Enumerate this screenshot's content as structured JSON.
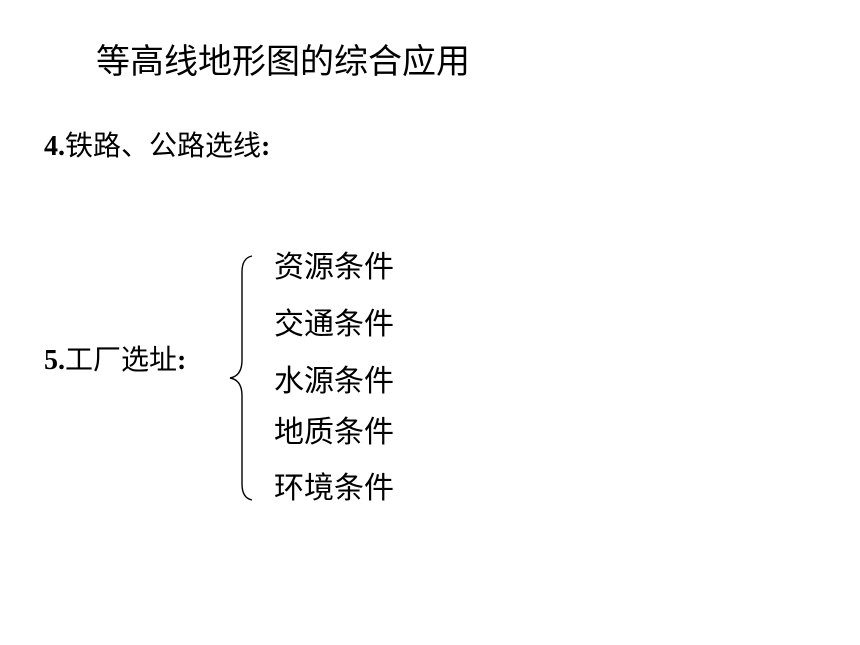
{
  "slide": {
    "title": "等高线地形图的综合应用",
    "item4": {
      "number": "4.",
      "text": "铁路、公路选线",
      "colon": ":"
    },
    "item5": {
      "number": "5.",
      "text": "工厂选址",
      "colon": ":"
    },
    "conditions": [
      "资源条件",
      "交通条件",
      "水源条件",
      "地质条件",
      "环境条件"
    ]
  }
}
